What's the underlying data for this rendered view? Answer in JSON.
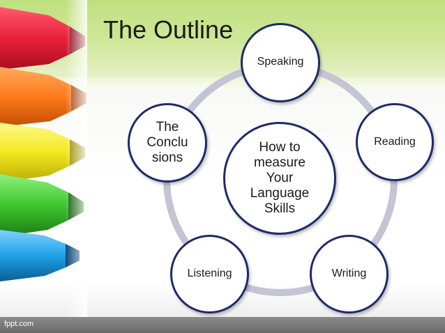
{
  "slide": {
    "title": "The Outline",
    "footer": "fppt.com"
  },
  "diagram": {
    "center": "How to\nmeasure\nYour\nLanguage\nSkills",
    "items": [
      {
        "label": "Speaking"
      },
      {
        "label": "Reading"
      },
      {
        "label": "Writing"
      },
      {
        "label": "Listening"
      },
      {
        "label": "The\nConclu\nsions"
      }
    ]
  },
  "colors": {
    "header_green": "#c5e28a",
    "ring": "#c4c4d4",
    "node_border": "#1f2a6b",
    "footer_bar": "#7a7a7a"
  },
  "decorations": {
    "left_strip": "colored-highlighter-markers",
    "marker_colors": [
      "#e8203a",
      "#ff7a1a",
      "#f3e81e",
      "#3ec62e",
      "#1fa2e6"
    ]
  }
}
